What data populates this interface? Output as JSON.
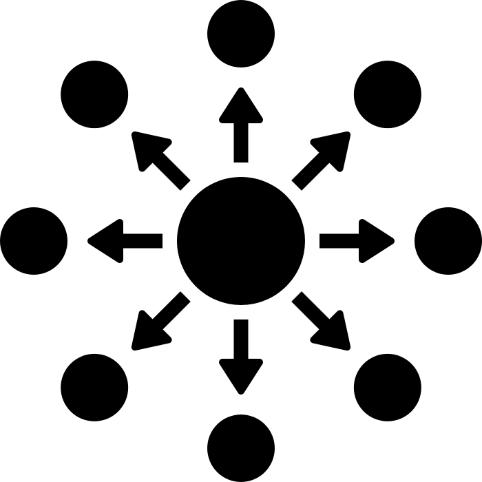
{
  "colors": {
    "background": "#ffffff",
    "foreground": "#000000"
  },
  "diagram": {
    "icon": "hub-and-spoke-distribution-icon",
    "center_node": "circle",
    "spokes": [
      {
        "direction": "up",
        "node": "circle",
        "arrow": "outward"
      },
      {
        "direction": "up-right",
        "node": "circle",
        "arrow": "outward"
      },
      {
        "direction": "right",
        "node": "circle",
        "arrow": "outward"
      },
      {
        "direction": "down-right",
        "node": "circle",
        "arrow": "outward"
      },
      {
        "direction": "down",
        "node": "circle",
        "arrow": "outward"
      },
      {
        "direction": "down-left",
        "node": "circle",
        "arrow": "outward"
      },
      {
        "direction": "left",
        "node": "circle",
        "arrow": "outward"
      },
      {
        "direction": "up-left",
        "node": "circle",
        "arrow": "outward"
      }
    ]
  }
}
